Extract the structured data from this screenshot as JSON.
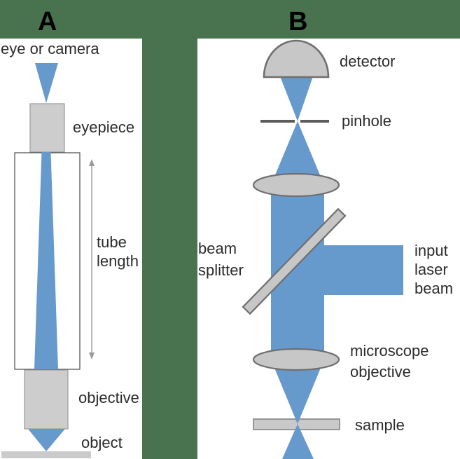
{
  "colors": {
    "bg": "#49724f",
    "panel": "#ffffff",
    "beam": "#6699cc",
    "optic": "#c7c7c7",
    "optic-outline": "#6f6f6f",
    "text": "#2b2b2b"
  },
  "panel_a": {
    "label": "A",
    "labels": {
      "eye_or_camera": "eye or camera",
      "eyepiece": "eyepiece",
      "tube_length_1": "tube",
      "tube_length_2": "length",
      "objective": "objective",
      "object": "object"
    }
  },
  "panel_b": {
    "label": "B",
    "labels": {
      "detector": "detector",
      "pinhole": "pinhole",
      "beam_splitter_1": "beam",
      "beam_splitter_2": "splitter",
      "input_laser_1": "input",
      "input_laser_2": "laser",
      "input_laser_3": "beam",
      "microscope_objective_1": "microscope",
      "microscope_objective_2": "objective",
      "sample": "sample"
    }
  }
}
